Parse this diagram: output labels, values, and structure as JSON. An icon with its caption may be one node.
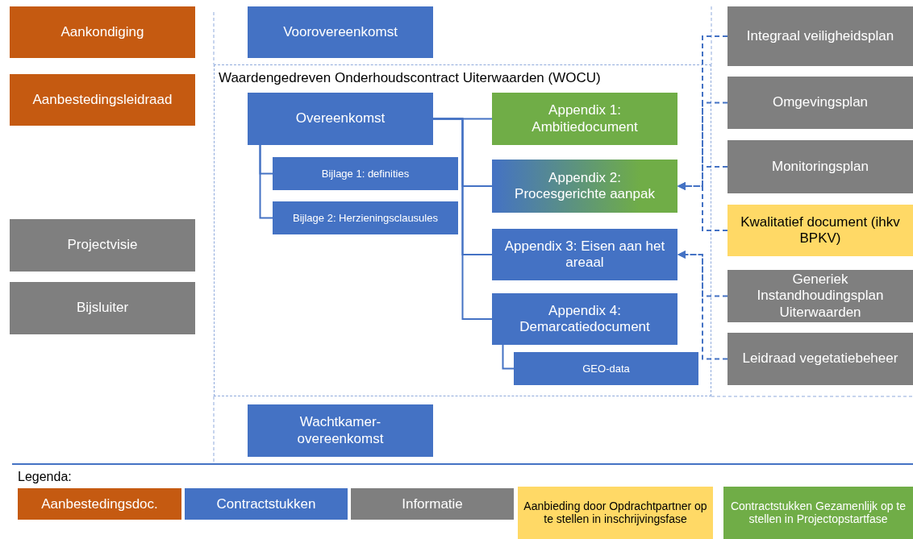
{
  "diagram": {
    "nodes": [
      {
        "text": [
          "Aankondiging"
        ]
      },
      {
        "text": [
          "Aanbestedingsleidraad"
        ]
      },
      {
        "text": [
          "Projectvisie"
        ]
      },
      {
        "text": [
          "Bijsluiter"
        ]
      },
      {
        "text": [
          "Voorovereenkomst"
        ]
      },
      {
        "text": [
          "Waardengedreven Onderhoudscontract Uiterwaarden (WOCU)"
        ]
      },
      {
        "text": [
          "Overeenkomst"
        ],
        "in": 5
      },
      {
        "text": [
          "Bijlage 1: definities"
        ],
        "in": 5
      },
      {
        "text": [
          "Bijlage 2: Herzieningsclausules"
        ],
        "in": 5
      },
      {
        "text": [
          "Appendix 1: Ambitiedocument"
        ],
        "in": 5
      },
      {
        "text": [
          "Appendix 2: Procesgerichte aanpak"
        ],
        "in": 5
      },
      {
        "text": [
          "Appendix 3: Eisen aan het areaal"
        ],
        "in": 5
      },
      {
        "text": [
          "Appendix 4: Demarcatiedocument"
        ],
        "in": 5
      },
      {
        "text": [
          "GEO-data"
        ],
        "in": 5
      },
      {
        "text": [
          "Integraal veiligheidsplan"
        ]
      },
      {
        "text": [
          "Omgevingsplan"
        ]
      },
      {
        "text": [
          "Monitoringsplan"
        ]
      },
      {
        "text": [
          "Kwalitatief document (ihkv BPKV)"
        ]
      },
      {
        "text": [
          "Generiek Instandhoudingsplan Uiterwaarden"
        ]
      },
      {
        "text": [
          "Leidraad vegetatiebeheer"
        ]
      },
      {
        "text": [
          "Wachtkamer-overeenkomst"
        ]
      }
    ],
    "edges": [
      {
        "from": 6,
        "to": 7,
        "arrow": "none"
      },
      {
        "from": 6,
        "to": 8,
        "arrow": "none"
      },
      {
        "from": 6,
        "to": 9,
        "arrow": "none"
      },
      {
        "from": 6,
        "to": 10,
        "arrow": "none"
      },
      {
        "from": 6,
        "to": 11,
        "arrow": "none"
      },
      {
        "from": 6,
        "to": 12,
        "arrow": "none"
      },
      {
        "from": 12,
        "to": 13,
        "arrow": "none"
      },
      {
        "from": 14,
        "to": 10,
        "arrow": "to",
        "style": "dashed"
      },
      {
        "from": 15,
        "to": 10,
        "arrow": "to",
        "style": "dashed"
      },
      {
        "from": 16,
        "to": 10,
        "arrow": "to",
        "style": "dashed"
      },
      {
        "from": 17,
        "to": 10,
        "arrow": "to",
        "style": "dashed"
      },
      {
        "from": 18,
        "to": 11,
        "arrow": "to",
        "style": "dashed"
      },
      {
        "from": 19,
        "to": 11,
        "arrow": "to",
        "style": "dashed"
      }
    ],
    "labels": [
      "Legenda:"
    ],
    "legend": [
      {
        "text": "Aanbestedingsdoc.",
        "color": "#c55a11"
      },
      {
        "text": "Contractstukken",
        "color": "#4472c4"
      },
      {
        "text": "Informatie",
        "color": "#7f7f7f"
      },
      {
        "text": "Aanbieding door Opdrachtpartner op te stellen in inschrijvingsfase",
        "color": "#ffd966"
      },
      {
        "text": "Contractstukken Gezamenlijk op te stellen in Projectopstartfase",
        "color": "#70ad47"
      }
    ]
  }
}
